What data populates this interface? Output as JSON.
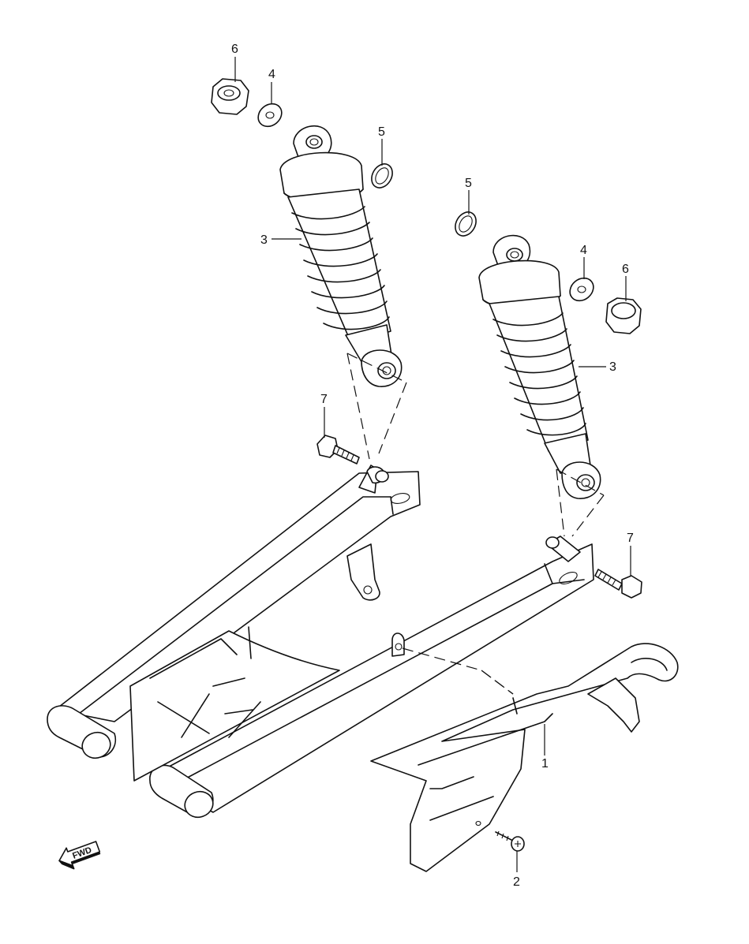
{
  "callouts": {
    "c1": "1",
    "c2": "2",
    "c3_left": "3",
    "c3_right": "3",
    "c4_left": "4",
    "c4_right": "4",
    "c5_left": "5",
    "c5_right": "5",
    "c6_left": "6",
    "c6_right": "6",
    "c7_left": "7",
    "c7_right": "7"
  },
  "fwd_label": "FWD",
  "icons": {
    "direction": "fwd-arrow-icon"
  }
}
